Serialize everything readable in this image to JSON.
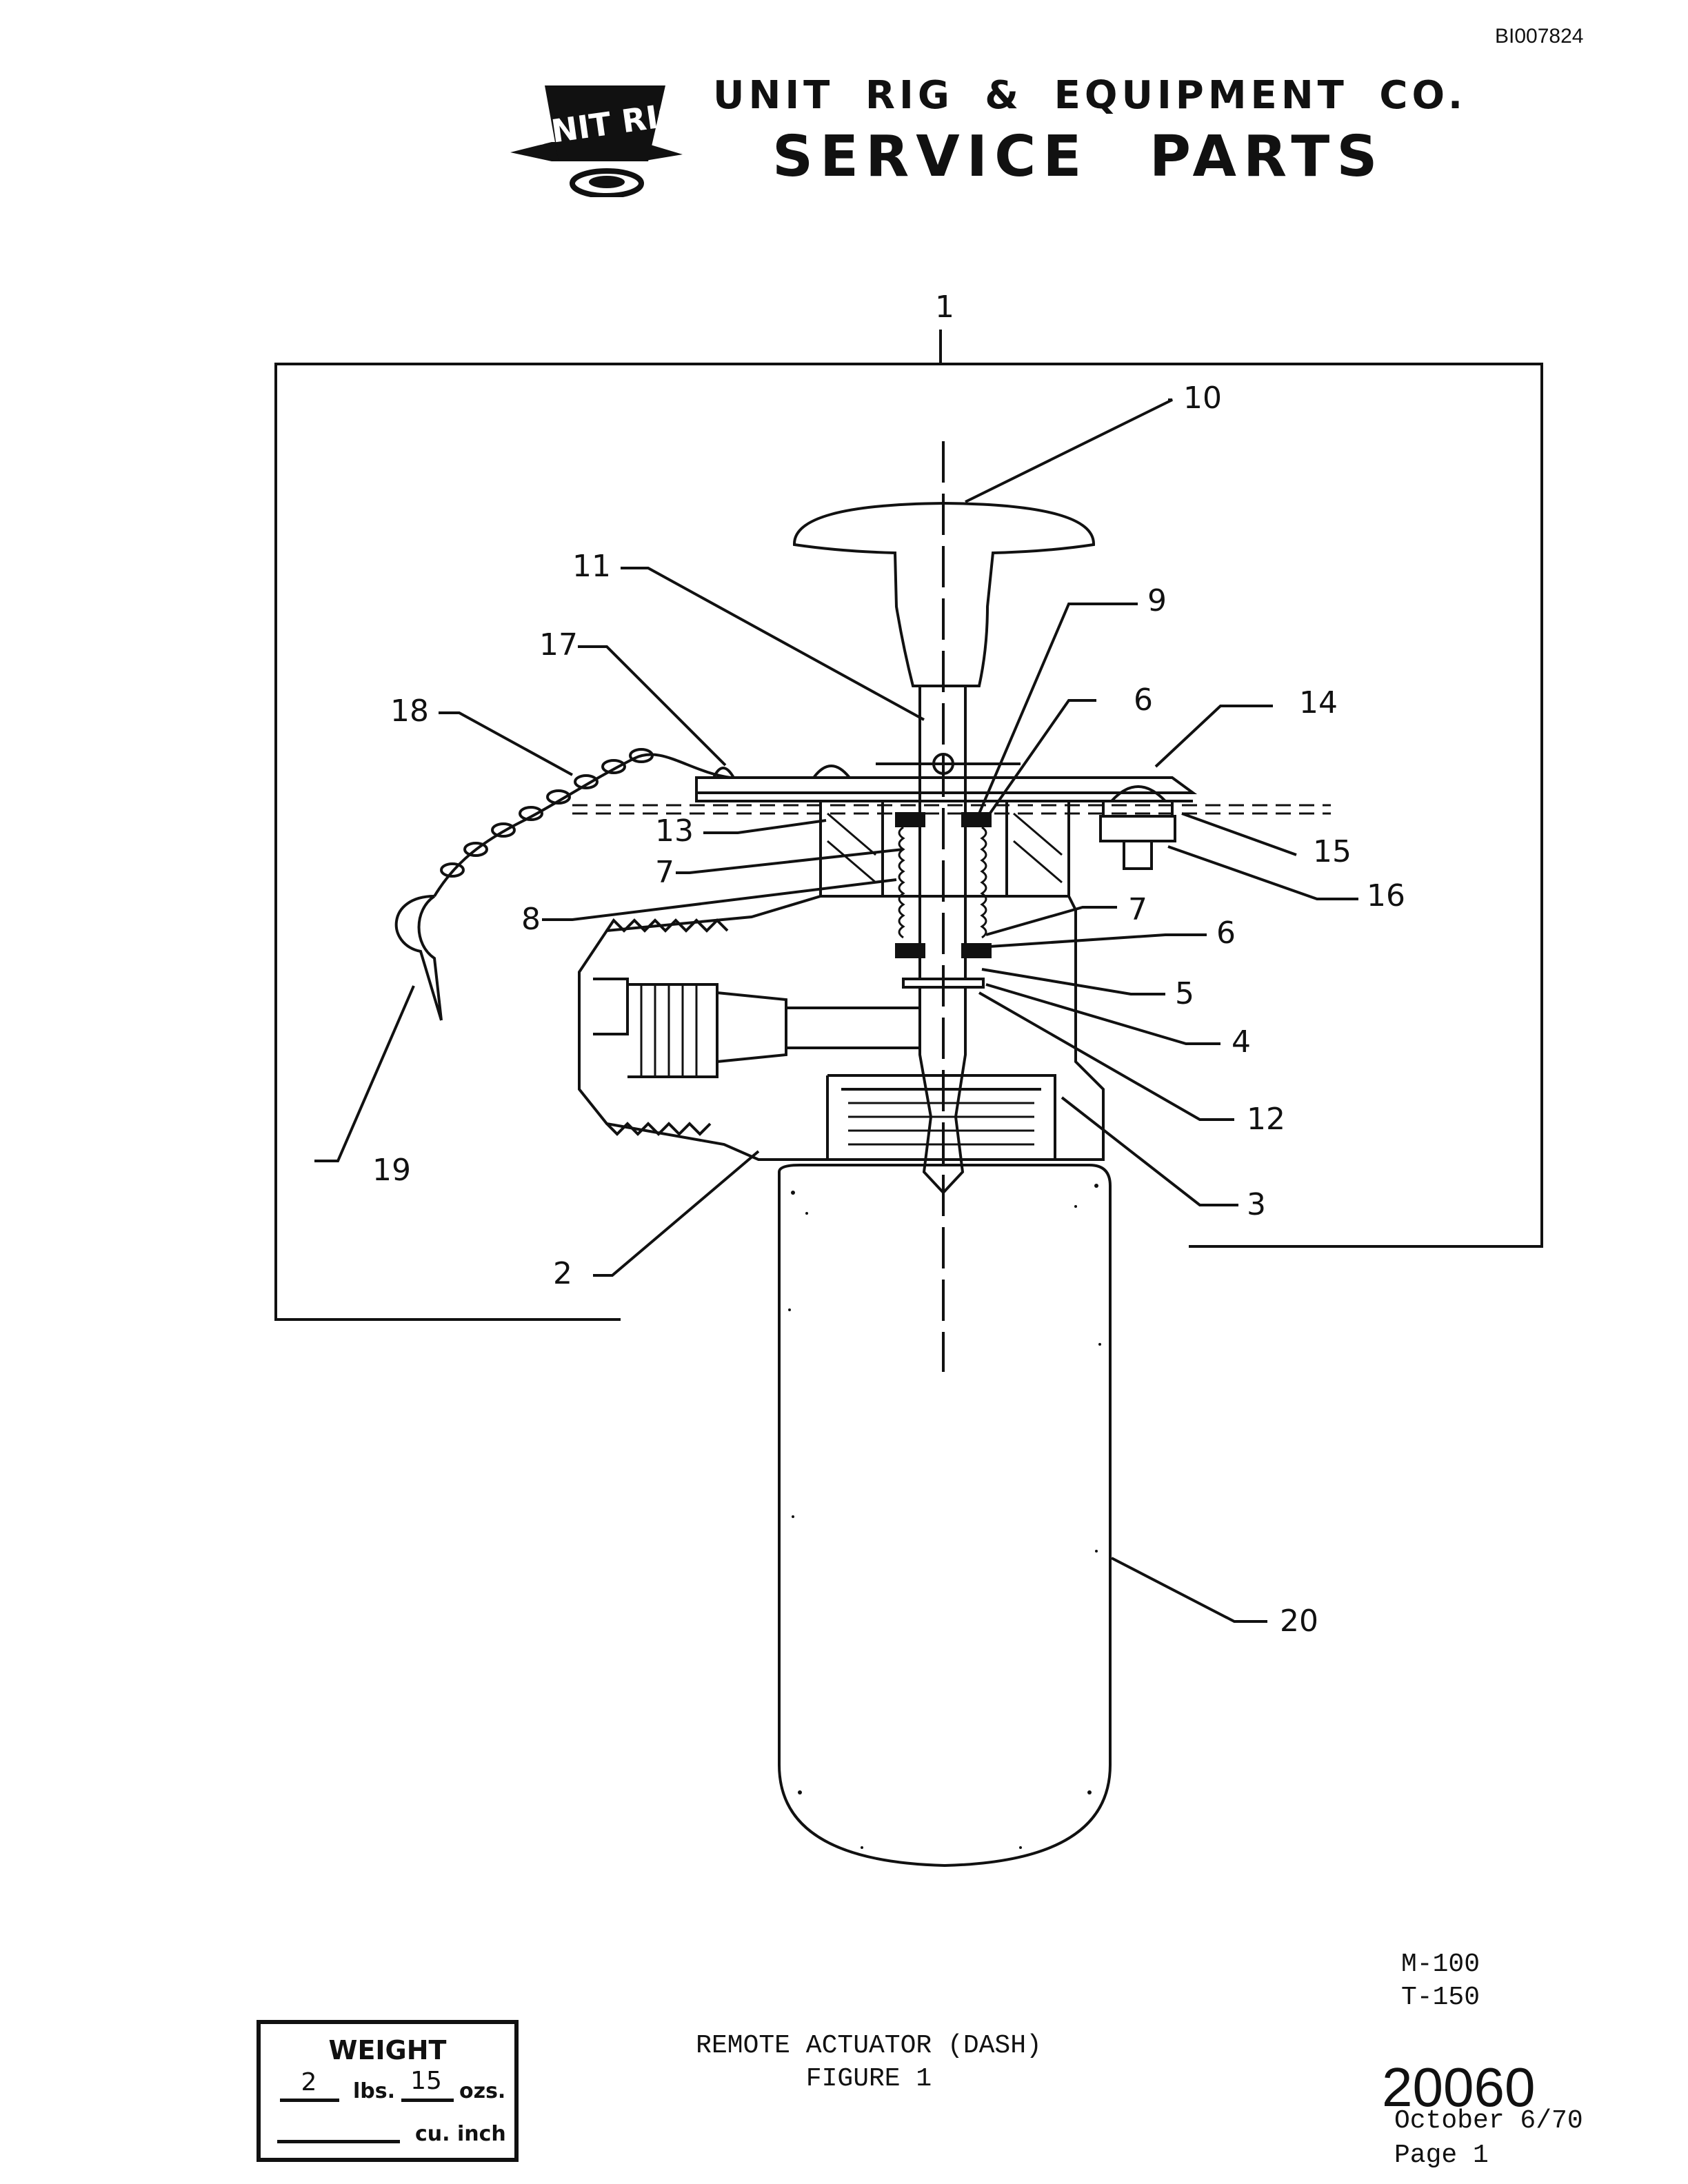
{
  "document_id": "BI007824",
  "header": {
    "company": "UNIT RIG & EQUIPMENT CO.",
    "section": "SERVICE PARTS",
    "logo_text": "UNIT RIG",
    "logo_icon": "unit-rig-logo"
  },
  "diagram": {
    "callouts": [
      "1",
      "10",
      "11",
      "9",
      "17",
      "6",
      "14",
      "18",
      "13",
      "15",
      "7",
      "16",
      "8",
      "7",
      "6",
      "5",
      "4",
      "12",
      "19",
      "3",
      "2",
      "20"
    ]
  },
  "footer": {
    "models": [
      "M-100",
      "T-150"
    ],
    "caption_line1": "REMOTE ACTUATOR (DASH)",
    "caption_line2": "FIGURE 1",
    "part_number": "20060",
    "date": "October 6/70",
    "page": "Page 1"
  },
  "weight": {
    "title": "WEIGHT",
    "lbs_value": "2",
    "lbs_unit": "lbs.",
    "ozs_value": "15",
    "ozs_unit": "ozs.",
    "volume_value": "",
    "volume_unit": "cu. inch"
  }
}
